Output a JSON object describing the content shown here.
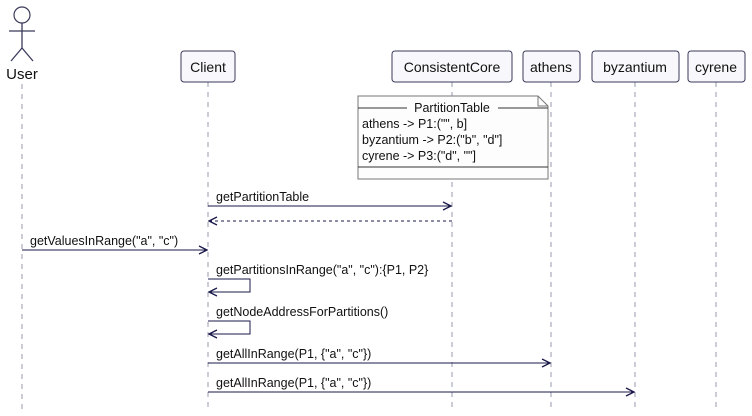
{
  "participants": {
    "user": "User",
    "client": "Client",
    "consistentcore": "ConsistentCore",
    "athens": "athens",
    "byzantium": "byzantium",
    "cyrene": "cyrene"
  },
  "note": {
    "title": "PartitionTable",
    "lines": [
      "athens -> P1:(\"\", b]",
      "byzantium -> P2:(\"b\", \"d\"]",
      "cyrene -> P3:(\"d\", \"\"]"
    ]
  },
  "messages": [
    "getPartitionTable",
    "",
    "getValuesInRange(\"a\", \"c\")",
    "getPartitionsInRange(\"a\", \"c\"):{P1, P2}",
    "getNodeAddressForPartitions()",
    "getAllInRange(P1, {\"a\", \"c\"})",
    "getAllInRange(P1, {\"a\", \"c\"})"
  ],
  "colors": {
    "participant_fill": "#f8f8fc",
    "line": "#1a1a4a",
    "lifeline": "#9a9aae"
  }
}
